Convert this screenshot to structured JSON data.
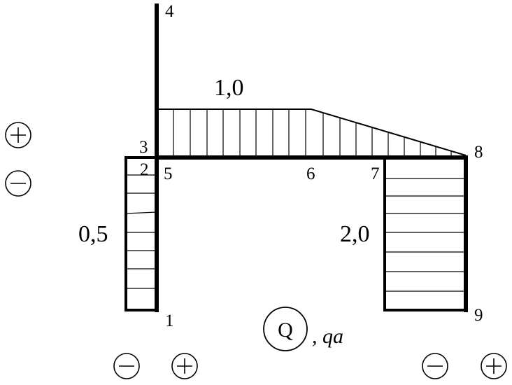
{
  "diagram": {
    "node_labels": {
      "n1": "1",
      "n2": "2",
      "n3": "3",
      "n4": "4",
      "n5": "5",
      "n6": "6",
      "n7": "7",
      "n8": "8",
      "n9": "9"
    },
    "values": {
      "top_segment": "1,0",
      "left_column": "0,5",
      "right_column": "2,0"
    },
    "legend": {
      "plus": "+",
      "minus": "−"
    },
    "caption": {
      "symbol": "Q",
      "suffix": ", qa"
    }
  }
}
